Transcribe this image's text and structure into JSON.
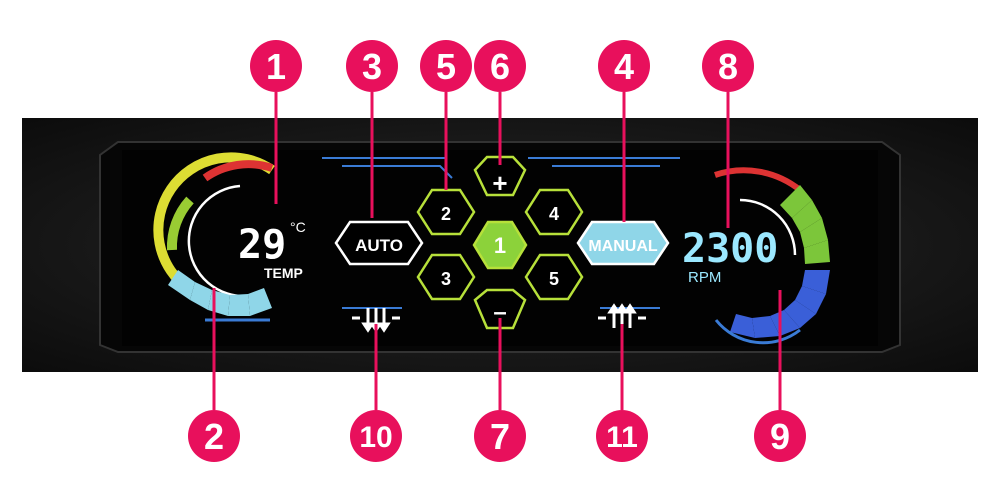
{
  "temperature": {
    "value": "29",
    "unit": "°C",
    "label": "TEMP"
  },
  "fan": {
    "rpm": "2300",
    "unit": "RPM"
  },
  "modes": {
    "auto": "AUTO",
    "manual": "MANUAL"
  },
  "channels": {
    "center": "1",
    "top_left": "2",
    "bottom_left": "3",
    "top_right": "4",
    "bottom_right": "5",
    "plus": "+",
    "minus": "–"
  },
  "callouts": [
    "1",
    "2",
    "3",
    "4",
    "5",
    "6",
    "7",
    "8",
    "9",
    "10",
    "11"
  ],
  "colors": {
    "callout": "#e8105c",
    "hex_outline": "#b7e03a",
    "hex_center": "#8cd23a",
    "lcd_cyan": "#9be8ff",
    "bezel": "#141414"
  },
  "icons": {
    "fan_down": "fan-decrease-icon",
    "fan_up": "fan-increase-icon"
  }
}
